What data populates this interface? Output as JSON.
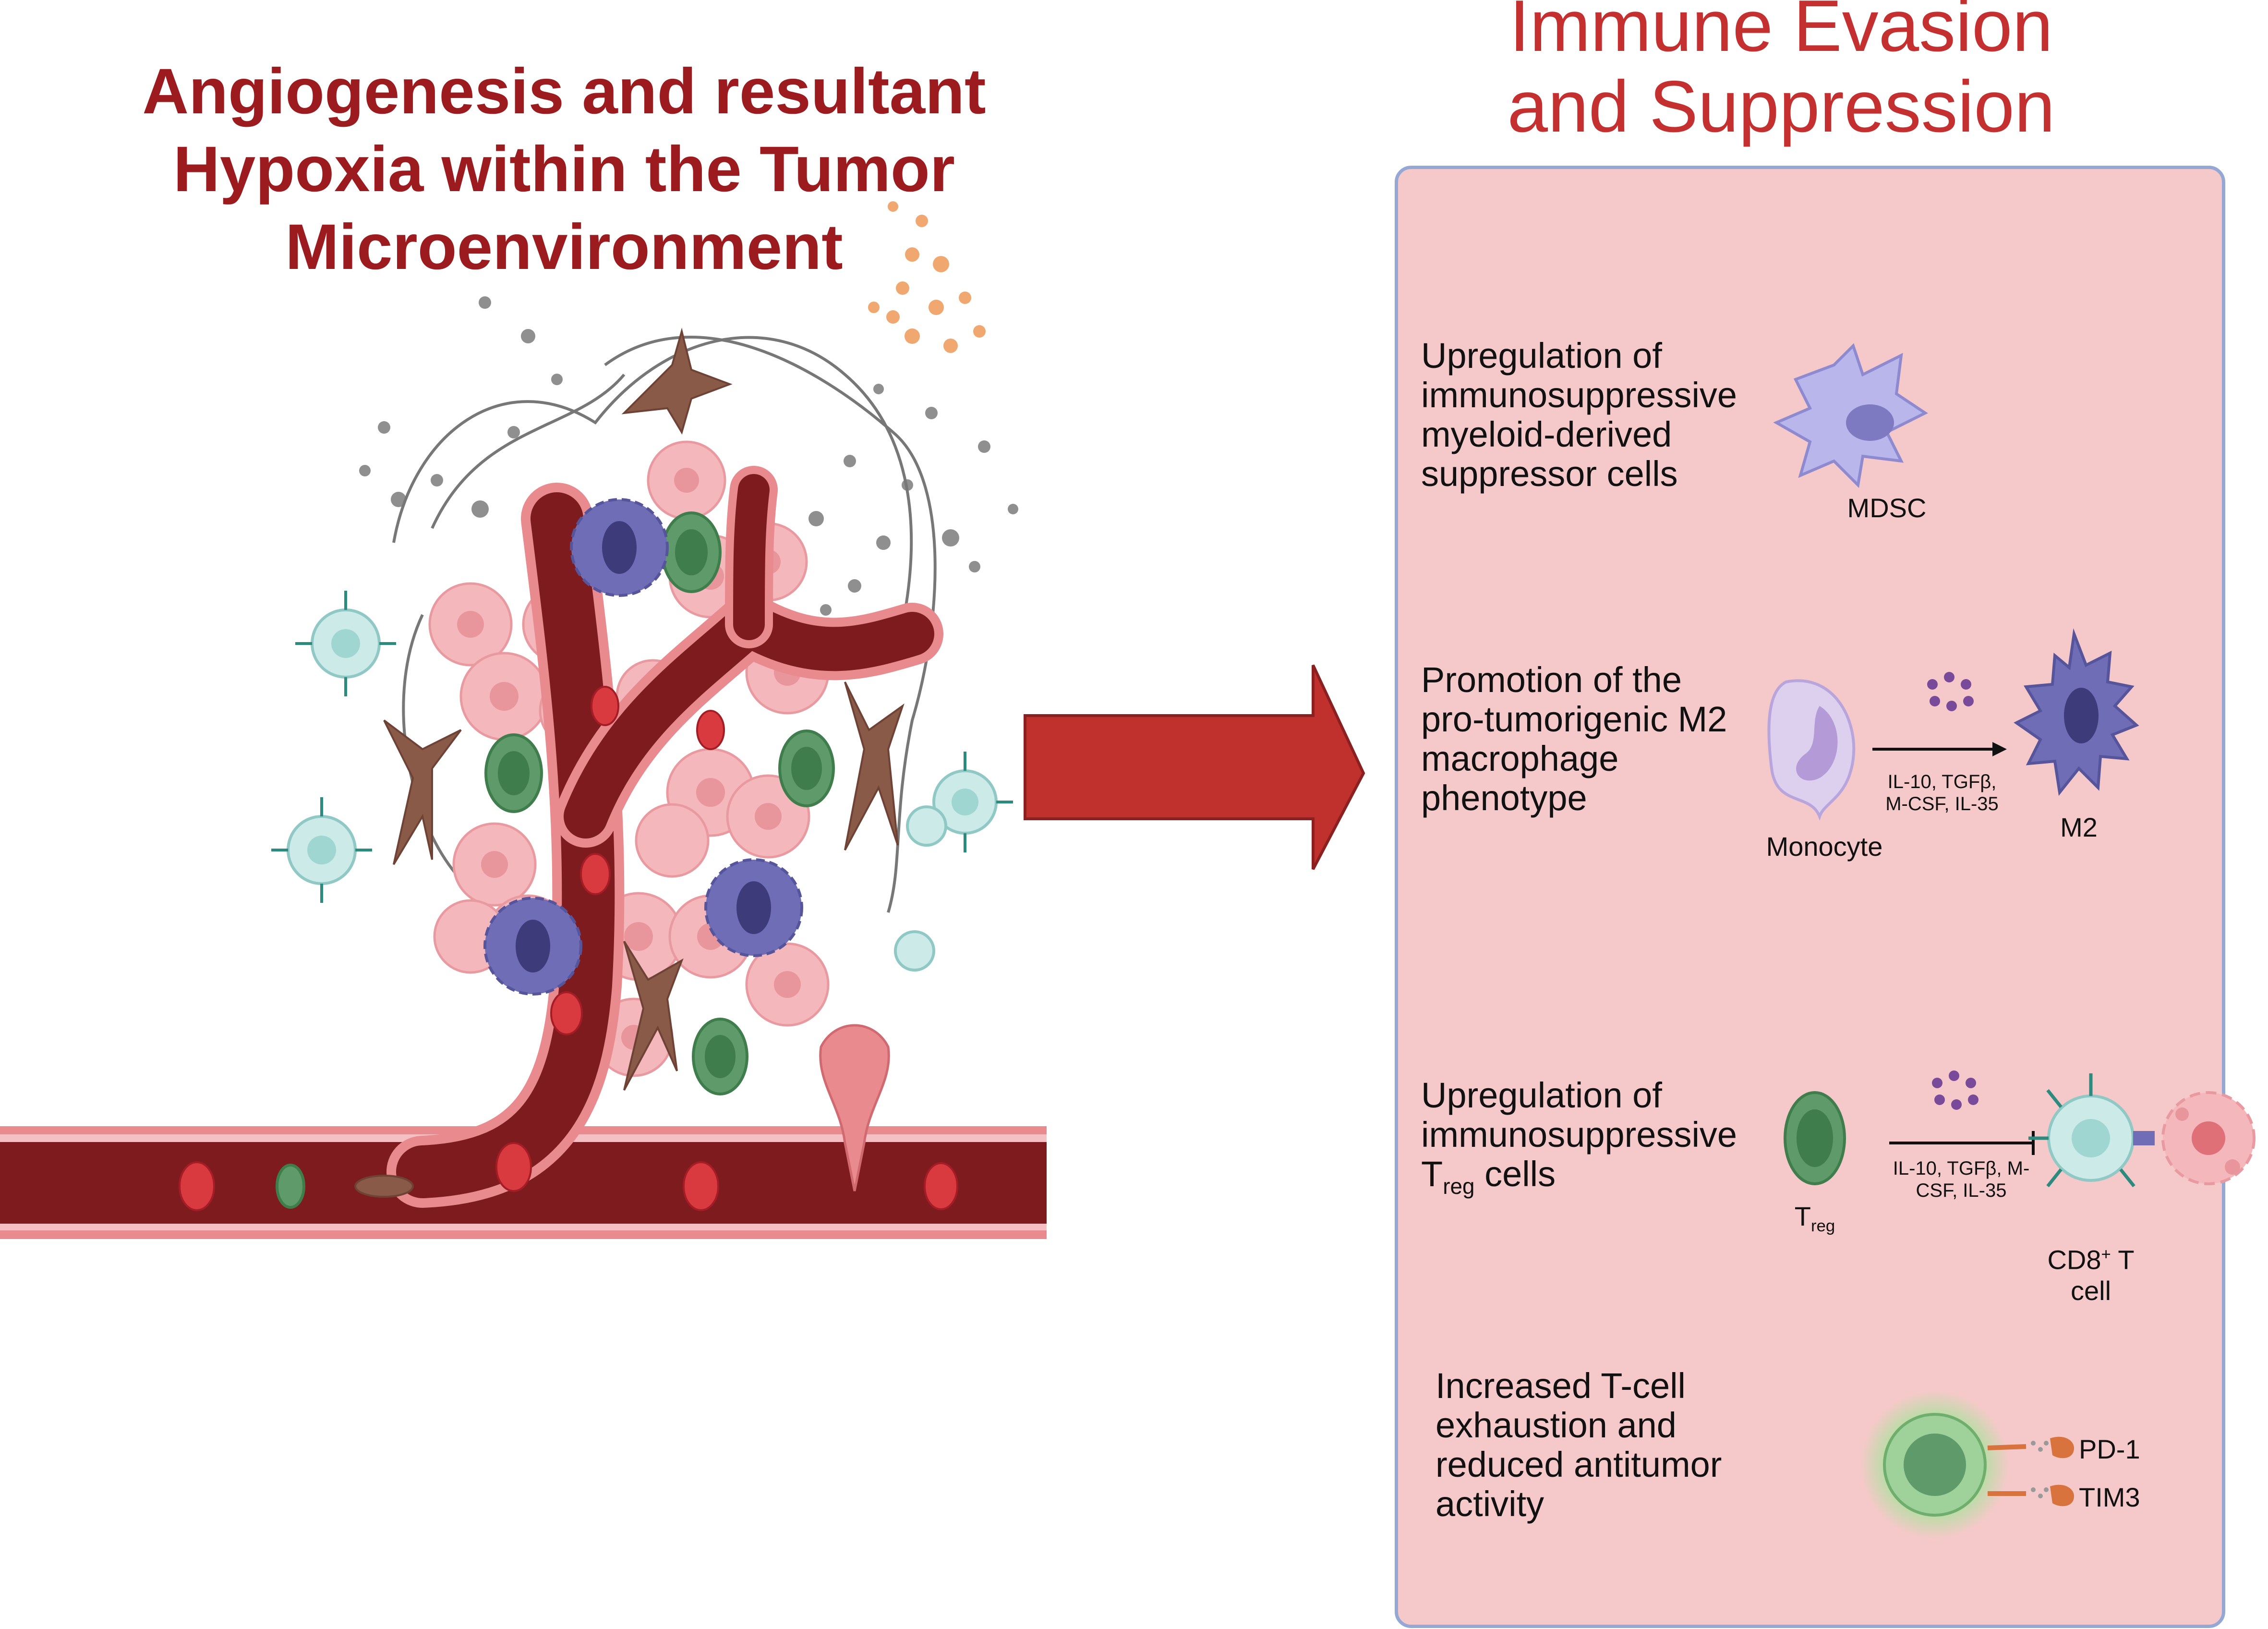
{
  "left": {
    "title_lines": [
      "Angiogenesis and resultant",
      "Hypoxia within the Tumor",
      "Microenvironment"
    ]
  },
  "right": {
    "title_lines": [
      "Immune Evasion",
      "and Suppression"
    ],
    "mechanisms": [
      {
        "lines": [
          "Upregulation of",
          "immunosuppressive",
          "myeloid-derived",
          "suppressor cells"
        ],
        "cell_label": "MDSC"
      },
      {
        "lines": [
          "Promotion of the",
          "pro-tumorigenic M2",
          "macrophage",
          "phenotype"
        ],
        "from_label": "Monocyte",
        "to_label": "M2",
        "cytokines_lines": [
          "IL-10, TGFβ,",
          "M-CSF, IL-35"
        ]
      },
      {
        "lines": [
          "Upregulation of",
          "immunosuppressive"
        ],
        "line3_main": "T",
        "line3_sub": "reg",
        "line3_rest": " cells",
        "treg_main": "T",
        "treg_sub": "reg",
        "cytokines_lines": [
          "IL-10, TGFβ, M-",
          "CSF, IL-35"
        ],
        "target_line1_main": "CD8",
        "target_line1_sup": "+",
        "target_line1_rest": " T",
        "target_line2": "cell"
      },
      {
        "lines": [
          "Increased T-cell",
          "exhaustion and",
          "reduced antitumor",
          "activity"
        ],
        "markers": [
          "PD-1",
          "TIM3"
        ]
      }
    ]
  },
  "colors": {
    "title_dark_red": "#9b1b1f",
    "title_red": "#c43030",
    "arrow": "#c0302d",
    "panel_fill": "#f5c9c9",
    "panel_border": "#95a8d4",
    "vessel": "#7d1b1e",
    "mdsc": "#b9b6ec",
    "m2": "#6f6db5",
    "treg": "#5e9a6a"
  }
}
